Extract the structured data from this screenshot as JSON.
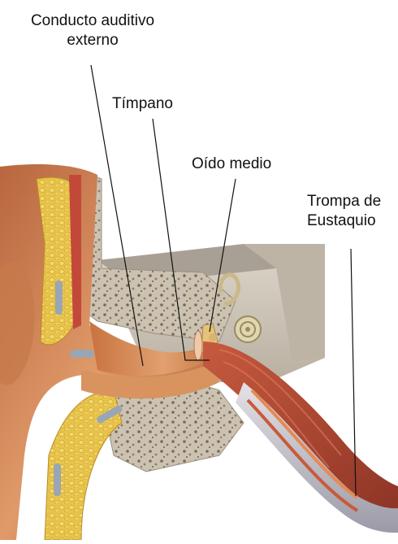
{
  "labels": {
    "conducto_line1": "Conducto auditivo",
    "conducto_line2": "externo",
    "timpano": "Tímpano",
    "oido_medio": "Oído medio",
    "trompa_line1": "Trompa de",
    "trompa_line2": "Eustaquio"
  },
  "colors": {
    "background": "#ffffff",
    "skin": "#d98b5c",
    "muscle": "#b5523a",
    "cartilage_fat": "#e9c64a",
    "bone": "#cfc6b8",
    "bone_pores": "#8a7a66",
    "leader_lines": "#111111"
  }
}
